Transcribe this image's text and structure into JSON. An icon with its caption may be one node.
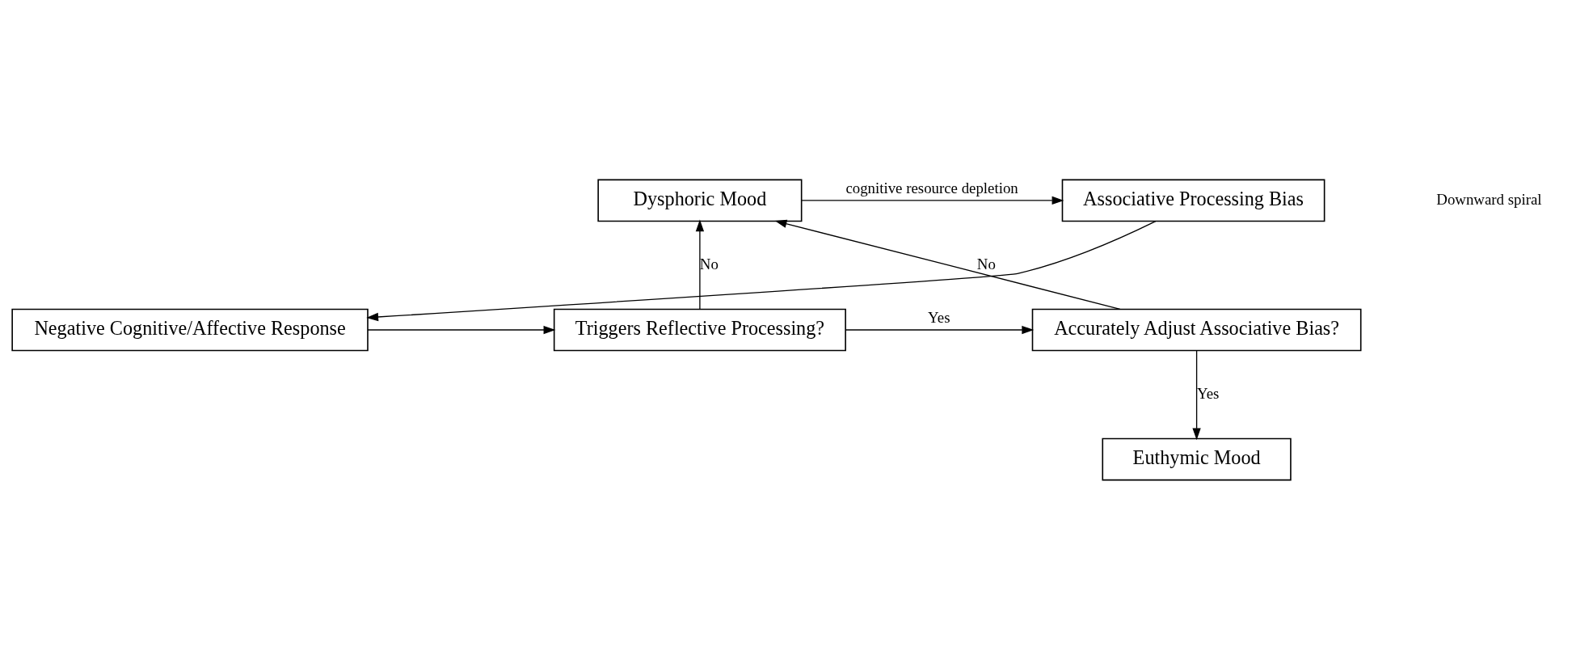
{
  "diagram": {
    "nodes": [
      {
        "text": [
          "Associative Processing Bias"
        ]
      },
      {
        "text": [
          "Dysphoric Mood"
        ]
      },
      {
        "text": [
          "Negative Cognitive/Affective Response"
        ]
      },
      {
        "text": [
          "Triggers Reflective Processing?"
        ]
      },
      {
        "text": [
          "Accurately Adjust Associative Bias?"
        ]
      },
      {
        "text": [
          "Euthymic Mood"
        ]
      }
    ],
    "edges": [
      {
        "from": 1,
        "to": 0,
        "arrow": "to",
        "label": "cognitive resource depletion"
      },
      {
        "from": 0,
        "to": 2,
        "arrow": "to"
      },
      {
        "from": 2,
        "to": 3,
        "arrow": "to"
      },
      {
        "from": 3,
        "to": 1,
        "arrow": "to",
        "label": "No"
      },
      {
        "from": 3,
        "to": 4,
        "arrow": "to",
        "label": "Yes"
      },
      {
        "from": 4,
        "to": 1,
        "arrow": "to",
        "label": "No"
      },
      {
        "from": 4,
        "to": 5,
        "arrow": "to",
        "label": "Yes"
      }
    ],
    "labels": [
      "Downward spiral"
    ]
  }
}
